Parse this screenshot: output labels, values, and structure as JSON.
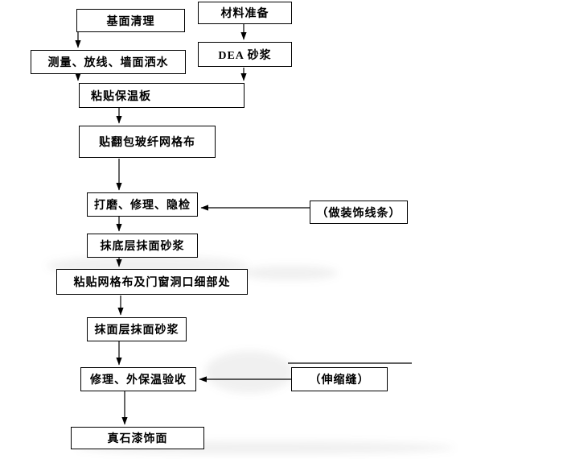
{
  "colors": {
    "line": "#000000",
    "text": "#000000",
    "background": "#ffffff"
  },
  "flowchart": {
    "nodes": {
      "base_cleaning": {
        "label": "基面清理"
      },
      "material_prep": {
        "label": "材料准备"
      },
      "dea_mortar": {
        "label": "DEA 砂浆"
      },
      "measure_layout": {
        "label": "测量、放线、墙面洒水"
      },
      "paste_insulation": {
        "label": "粘贴保温板"
      },
      "wrap_mesh": {
        "label": "贴翻包玻纤网格布"
      },
      "grind_repair": {
        "label": "打磨、修理、隐检"
      },
      "decorative_moulding": {
        "label": "（做装饰线条）"
      },
      "base_coat": {
        "label": "抹底层抹面砂浆"
      },
      "mesh_details": {
        "label": "粘贴网格布及门窗洞口细部处"
      },
      "finish_coat": {
        "label": "抹面层抹面砂浆"
      },
      "acceptance": {
        "label": "修理、外保温验收"
      },
      "expansion_joint": {
        "label": "（伸缩缝）"
      },
      "stone_paint": {
        "label": "真石漆饰面"
      }
    },
    "edges": [
      {
        "from": "base_cleaning",
        "to": "measure_layout"
      },
      {
        "from": "material_prep",
        "to": "dea_mortar"
      },
      {
        "from": "dea_mortar",
        "to": "paste_insulation"
      },
      {
        "from": "measure_layout",
        "to": "paste_insulation"
      },
      {
        "from": "paste_insulation",
        "to": "wrap_mesh"
      },
      {
        "from": "wrap_mesh",
        "to": "grind_repair"
      },
      {
        "from": "decorative_moulding",
        "to": "grind_repair"
      },
      {
        "from": "grind_repair",
        "to": "base_coat"
      },
      {
        "from": "base_coat",
        "to": "mesh_details"
      },
      {
        "from": "mesh_details",
        "to": "finish_coat"
      },
      {
        "from": "finish_coat",
        "to": "acceptance"
      },
      {
        "from": "expansion_joint",
        "to": "acceptance"
      },
      {
        "from": "acceptance",
        "to": "stone_paint"
      }
    ]
  }
}
